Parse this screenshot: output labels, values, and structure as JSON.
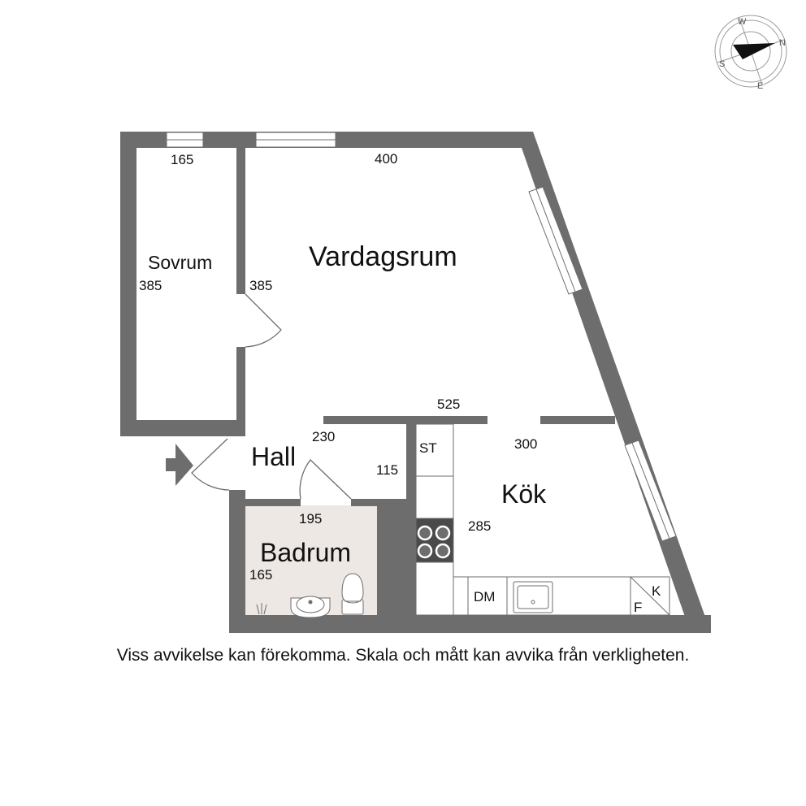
{
  "rooms": {
    "sovrum": "Sovrum",
    "vardagsrum": "Vardagsrum",
    "hall": "Hall",
    "kok": "Kök",
    "badrum": "Badrum"
  },
  "dimensions": {
    "sovrum_width": "165",
    "sovrum_length": "385",
    "vardagsrum_width": "400",
    "vardagsrum_length": "385",
    "kok_width": "525",
    "kok_inner": "300",
    "kok_length": "285",
    "hall_width": "230",
    "hall_length": "115",
    "badrum_width": "195",
    "badrum_length": "165"
  },
  "fixtures": {
    "storage": "ST",
    "dishwasher": "DM",
    "freezer": "F",
    "fridge": "K"
  },
  "compass": {
    "n": "N",
    "e": "E",
    "s": "S",
    "w": "W"
  },
  "disclaimer": "Viss avvikelse kan förekomma. Skala och mått kan avvika från verkligheten.",
  "colors": {
    "wall": "#6d6d6d",
    "bathroom_floor": "#ede8e4",
    "background": "#ffffff"
  }
}
